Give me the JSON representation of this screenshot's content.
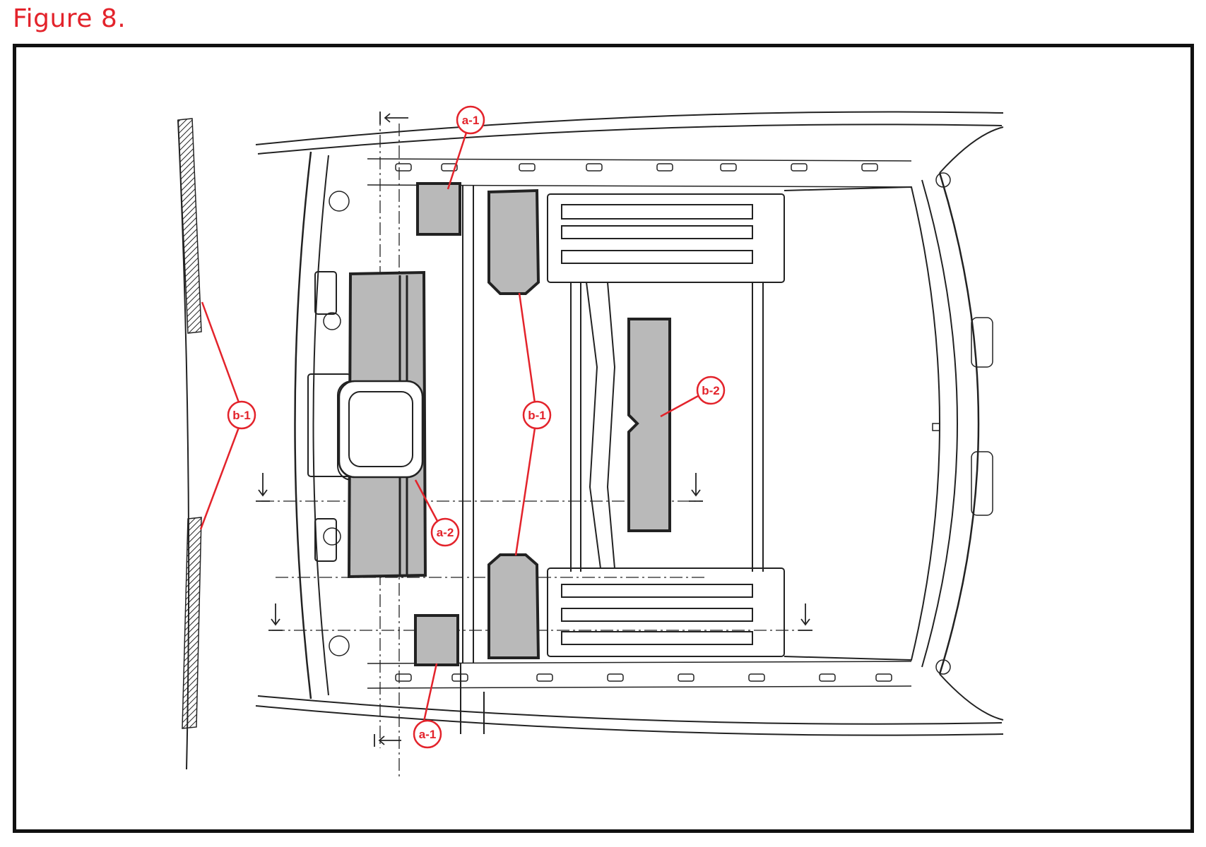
{
  "figure": {
    "title": "Figure 8."
  },
  "callouts": {
    "a1_top": "a-1",
    "a1_bottom": "a-1",
    "a2": "a-2",
    "b1_left": "b-1",
    "b1_center": "b-1",
    "b2": "b-2"
  },
  "colors": {
    "accent": "#e3232b",
    "line": "#222222",
    "panel_fill": "#b9b9b9",
    "frame": "#111111"
  }
}
